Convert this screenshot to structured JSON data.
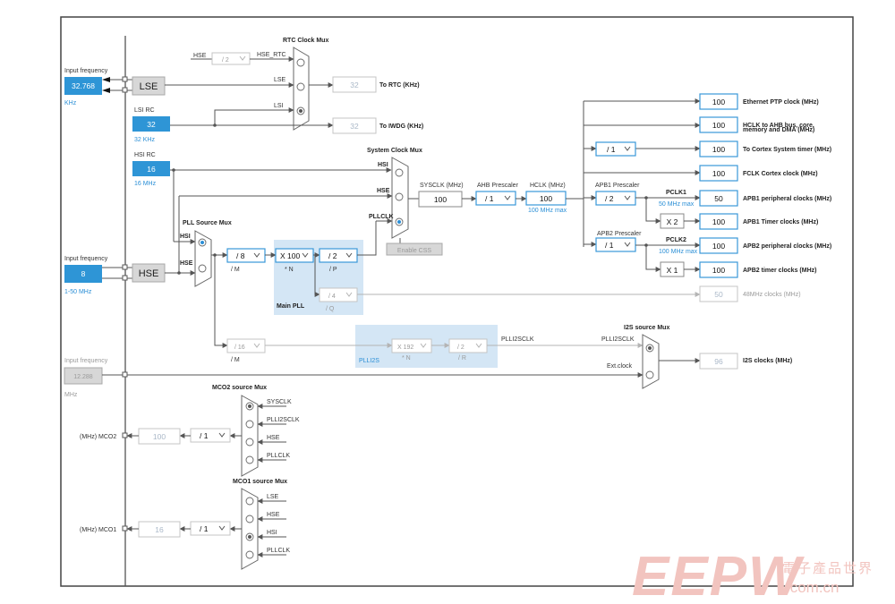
{
  "inputs": {
    "lse": {
      "caption": "Input frequency",
      "value": "32.768",
      "unit": "KHz",
      "block": "LSE"
    },
    "hse": {
      "caption": "Input frequency",
      "value": "8",
      "range": "1-50 MHz",
      "block": "HSE"
    },
    "ext": {
      "caption": "Input frequency",
      "value": "12.288",
      "unit": "MHz"
    },
    "lsi": {
      "caption": "LSI RC",
      "value": "32",
      "unit": "32 KHz"
    },
    "hsi": {
      "caption": "HSI RC",
      "value": "16",
      "unit": "16 MHz"
    }
  },
  "rtc": {
    "title": "RTC Clock Mux",
    "hse_label": "HSE",
    "div": "/ 2",
    "hse_rtc": "HSE_RTC",
    "lse_label": "LSE",
    "lsi_label": "LSI",
    "out_value": "32",
    "out_label": "To RTC (KHz)",
    "iwdg_value": "32",
    "iwdg_label": "To IWDG (KHz)"
  },
  "sysmux": {
    "title": "System Clock Mux",
    "hsi": "HSI",
    "hse": "HSE",
    "pllclk": "PLLCLK",
    "enable_css": "Enable CSS"
  },
  "sysclk": {
    "label": "SYSCLK (MHz)",
    "value": "100"
  },
  "ahb": {
    "label": "AHB Prescaler",
    "value": "/ 1"
  },
  "hclk": {
    "label": "HCLK (MHz)",
    "value": "100",
    "max": "100 MHz max"
  },
  "pllmux": {
    "title": "PLL Source Mux",
    "hsi": "HSI",
    "hse": "HSE"
  },
  "mainpll": {
    "title": "Main PLL",
    "m": "/ 8",
    "m_label": "/ M",
    "n": "X 100",
    "n_label": "* N",
    "p": "/ 2",
    "p_label": "/ P",
    "q": "/ 4",
    "q_label": "/ Q"
  },
  "plli2s": {
    "title": "PLLI2S",
    "m": "/ 16",
    "m_label": "/ M",
    "n": "X 192",
    "n_label": "* N",
    "r": "/ 2",
    "r_label": "/ R",
    "out": "PLLI2SCLK"
  },
  "i2smux": {
    "title": "I2S source Mux",
    "plli2sclk": "PLLI2SCLK",
    "ext": "Ext.clock",
    "value": "96",
    "label": "I2S clocks (MHz)"
  },
  "clk48": {
    "value": "50",
    "label": "48MHz clocks (MHz)"
  },
  "apb1": {
    "label": "APB1 Prescaler",
    "value": "/ 2",
    "pclk": "PCLK1",
    "max": "50 MHz max",
    "timer_mult": "X 2"
  },
  "apb2": {
    "label": "APB2 Prescaler",
    "value": "/ 1",
    "pclk": "PCLK2",
    "max": "100 MHz max",
    "timer_mult": "X 1"
  },
  "cortex_div": "/ 1",
  "outputs": [
    {
      "value": "100",
      "label": "Ethernet PTP clock (MHz)"
    },
    {
      "value": "100",
      "label": "HCLK to AHB bus, core,"
    },
    {
      "value": "100",
      "label": "To Cortex System timer (MHz)"
    },
    {
      "value": "100",
      "label": "FCLK Cortex clock (MHz)"
    },
    {
      "value": "50",
      "label": "APB1 peripheral clocks (MHz)"
    },
    {
      "value": "100",
      "label": "APB1 Timer clocks (MHz)"
    },
    {
      "value": "100",
      "label": "APB2 peripheral clocks (MHz)"
    },
    {
      "value": "100",
      "label": "APB2 timer clocks (MHz)"
    }
  ],
  "hclk_label_line2": "memory and DMA (MHz)",
  "mco2": {
    "title": "MCO2 source Mux",
    "inputs": [
      "SYSCLK",
      "PLLI2SCLK",
      "HSE",
      "PLLCLK"
    ],
    "div": "/ 1",
    "value": "100",
    "label": "(MHz) MCO2"
  },
  "mco1": {
    "title": "MCO1 source Mux",
    "inputs": [
      "LSE",
      "HSE",
      "HSI",
      "PLLCLK"
    ],
    "div": "/ 1",
    "value": "16",
    "label": "(MHz) MCO1"
  },
  "watermark": {
    "brand": "EEPW",
    "domain": ".com.cn",
    "cn": "電子產品世界"
  }
}
